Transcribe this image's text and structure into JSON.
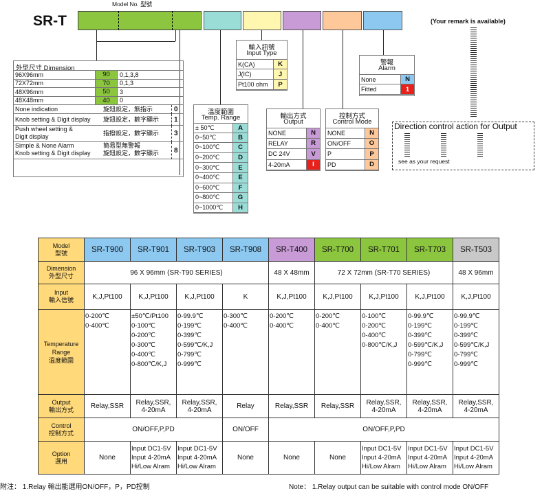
{
  "header": {
    "model_no_label": "Model No. 型號",
    "title": "SR-T",
    "remark": "(Your remark is available)"
  },
  "colors": {
    "green": "#8cc63f",
    "teal": "#9adcd6",
    "yellow": "#fff6b0",
    "purple": "#c89ad6",
    "orange": "#ffc89a",
    "blue": "#8cc8f0",
    "red": "#e8211c",
    "gray": "#c8c8c8",
    "model_yellow": "#ffd97a"
  },
  "dimension": {
    "title": "外型尺寸  Dimension",
    "sizes": [
      {
        "label": "96X96mm",
        "code": "90",
        "opts": "0,1,3,8"
      },
      {
        "label": "72X72mm",
        "code": "70",
        "opts": "0,1,3"
      },
      {
        "label": "48X96mm",
        "code": "50",
        "opts": "3"
      },
      {
        "label": "48X48mm",
        "code": "40",
        "opts": "0"
      }
    ],
    "modes": [
      {
        "en": "None indication",
        "zh": "旋鈕設定，無指示",
        "code": "0"
      },
      {
        "en": "Knob setting & Digit display",
        "zh": "旋鈕設定，數字顯示",
        "code": "1"
      },
      {
        "en": "Push wheel setting &",
        "en2": "Digit display",
        "zh": "指撥設定，數字顯示",
        "code": "3"
      },
      {
        "en": "Simple & None Alarm",
        "en2": "Knob setting & Digit display",
        "zh": "簡易型無警報",
        "zh2": "旋鈕設定，數字顯示",
        "code": "8"
      }
    ]
  },
  "temp_range": {
    "title_zh": "溫度範圍",
    "title_en": "Temp. Range",
    "items": [
      {
        "label": "± 50℃",
        "code": "A"
      },
      {
        "label": "0~50℃",
        "code": "B"
      },
      {
        "label": "0~100℃",
        "code": "C"
      },
      {
        "label": "0~200℃",
        "code": "D"
      },
      {
        "label": "0~300℃",
        "code": "E"
      },
      {
        "label": "0~400℃",
        "code": "E"
      },
      {
        "label": "0~600℃",
        "code": "F"
      },
      {
        "label": "0~800℃",
        "code": "G"
      },
      {
        "label": "0~1000℃",
        "code": "H"
      }
    ]
  },
  "input_type": {
    "title_zh": "輸入訊號",
    "title_en": "Input Type",
    "items": [
      {
        "label": "K(CA)",
        "code": "K"
      },
      {
        "label": "J(IC)",
        "code": "J"
      },
      {
        "label": "Pt100 ohm",
        "code": "P"
      }
    ]
  },
  "output": {
    "title_zh": "輸出方式",
    "title_en": "Output",
    "items": [
      {
        "label": "NONE",
        "code": "N"
      },
      {
        "label": "RELAY",
        "code": "R"
      },
      {
        "label": "DC 24V",
        "code": "V"
      },
      {
        "label": "4-20mA",
        "code": "I"
      }
    ]
  },
  "control": {
    "title_zh": "控制方式",
    "title_en": "Control Mode",
    "items": [
      {
        "label": "NONE",
        "code": "N"
      },
      {
        "label": "ON/OFF",
        "code": "O"
      },
      {
        "label": "P",
        "code": "P"
      },
      {
        "label": "PD",
        "code": "D"
      }
    ]
  },
  "alarm": {
    "title_zh": "警報",
    "title_en": "Alarm",
    "items": [
      {
        "label": "None",
        "code": "N"
      },
      {
        "label": "Fitted",
        "code": "1"
      }
    ]
  },
  "direction": {
    "title": "Direction control action for Output",
    "note": "see as your request"
  },
  "spec_table": {
    "row_model": [
      "Model",
      "型號"
    ],
    "models": [
      "SR-T900",
      "SR-T901",
      "SR-T903",
      "SR-T908",
      "SR-T400",
      "SR-T700",
      "SR-T701",
      "SR-T703",
      "SR-T503"
    ],
    "row_dimension": [
      "Dimension",
      "外型尺寸"
    ],
    "dims": [
      "96 X 96mm (SR-T90 SERIES)",
      "48 X 48mm",
      "72 X 72mm (SR-T70 SERIES)",
      "48 X 96mm"
    ],
    "row_input": [
      "Input",
      "輸入信號"
    ],
    "inputs": [
      "K,J,Pt100",
      "K,J,Pt100",
      "K,J,Pt100",
      "K",
      "K,J,Pt100",
      "K,J,Pt100",
      "K,J,Pt100",
      "K,J,Pt100",
      "K,J,Pt100"
    ],
    "row_temp": [
      "Temperature",
      "Range",
      "溫度範圍"
    ],
    "temps": [
      "0-200℃\n0-400℃",
      "±50℃/Pt100\n0-100℃\n0-200℃\n0-300℃\n0-400℃\n0-800℃/K,J",
      "0-99.9℃\n0-199℃\n0-399℃\n0-599℃/K,J\n0-799℃\n0-999℃",
      "0-300℃\n0-400℃",
      "0-200℃\n0-400℃",
      "0-200℃\n0-400℃",
      "0-100℃\n0-200℃\n0-400℃\n0-800℃/K,J",
      "0-99.9℃\n0-199℃\n0-399℃\n0-599℃/K,J\n0-799℃\n0-999℃",
      "0-99.9℃\n0-199℃\n0-399℃\n0-599℃/K,J\n0-799℃\n0-999℃"
    ],
    "row_output": [
      "Output",
      "輸出方式"
    ],
    "outputs": [
      "Relay,SSR",
      "Relay,SSR,\n4-20mA",
      "Relay,SSR,\n4-20mA",
      "Relay",
      "Relay,SSR",
      "Relay,SSR",
      "Relay,SSR,\n4-20mA",
      "Relay,SSR,\n4-20mA",
      "Relay,SSR,\n4-20mA"
    ],
    "row_control": [
      "Control",
      "控制方式"
    ],
    "controls": [
      "ON/OFF,P,PD",
      "ON/OFF",
      "ON/OFF,P,PD"
    ],
    "row_option": [
      "Option",
      "選用"
    ],
    "options": [
      "None",
      "Input DC1-5V\nInput 4-20mA\nHi/Low Alram",
      "Input DC1-5V\nInput 4-20mA\nHi/Low Alram",
      "None",
      "None",
      "None",
      "Input DC1-5V\nInput 4-20mA\nHi/Low Alram",
      "Input DC1-5V\nInput 4-20mA\nHi/Low Alram",
      "Input DC1-5V\nInput 4-20mA\nHi/Low Alram"
    ]
  },
  "footer": {
    "note_zh": "附注：  1.Relay 輸出能選用ON/OFF，P，PD控制",
    "note_en": "Note：  1.Relay output can be suitable with control mode ON/OFF"
  }
}
